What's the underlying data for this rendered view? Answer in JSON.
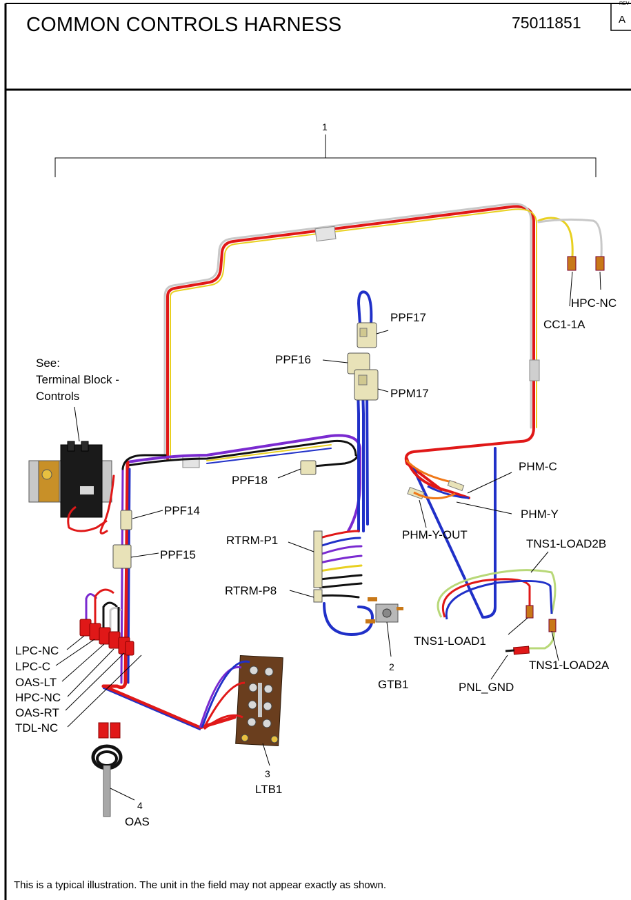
{
  "header": {
    "title": "COMMON CONTROLS HARNESS",
    "part_number": "75011851",
    "rev_label": "REV",
    "rev": "A"
  },
  "callouts": {
    "item1": "1",
    "item2": "2",
    "item3": "3",
    "item4": "4",
    "gtb1": "GTB1",
    "ltb1": "LTB1",
    "oas": "OAS",
    "see": "See:",
    "see_terminal_block": "Terminal Block -",
    "see_controls": "Controls",
    "ppf17": "PPF17",
    "ppf16": "PPF16",
    "ppm17": "PPM17",
    "ppf18": "PPF18",
    "ppf14": "PPF14",
    "ppf15": "PPF15",
    "rtrm_p1": "RTRM-P1",
    "rtrm_p8": "RTRM-P8",
    "hpc_nc_top": "HPC-NC",
    "cc1_1a": "CC1-1A",
    "phm_c": "PHM-C",
    "phm_y": "PHM-Y",
    "phm_y_out": "PHM-Y-OUT",
    "tns1_load2b": "TNS1-LOAD2B",
    "tns1_load1": "TNS1-LOAD1",
    "tns1_load2a": "TNS1-LOAD2A",
    "pnl_gnd": "PNL_GND",
    "lpc_nc": "LPC-NC",
    "lpc_c": "LPC-C",
    "oas_lt": "OAS-LT",
    "hpc_nc_left": "HPC-NC",
    "oas_rt": "OAS-RT",
    "tdl_nc": "TDL-NC"
  },
  "footer": {
    "note": "This is a typical illustration.  The unit in the field may not appear exactly as shown."
  },
  "colors": {
    "wire_red": "#e01818",
    "wire_blue": "#2030c8",
    "wire_purple": "#7a2ad0",
    "wire_yellow": "#e8d020",
    "wire_white": "#c8c8c8",
    "wire_black": "#111111",
    "wire_orange": "#f07818",
    "wire_green": "#b8d878",
    "connector": "#e8e2b8",
    "terminal_board": "#6a3e1e",
    "terminal_tab": "#c87818"
  }
}
